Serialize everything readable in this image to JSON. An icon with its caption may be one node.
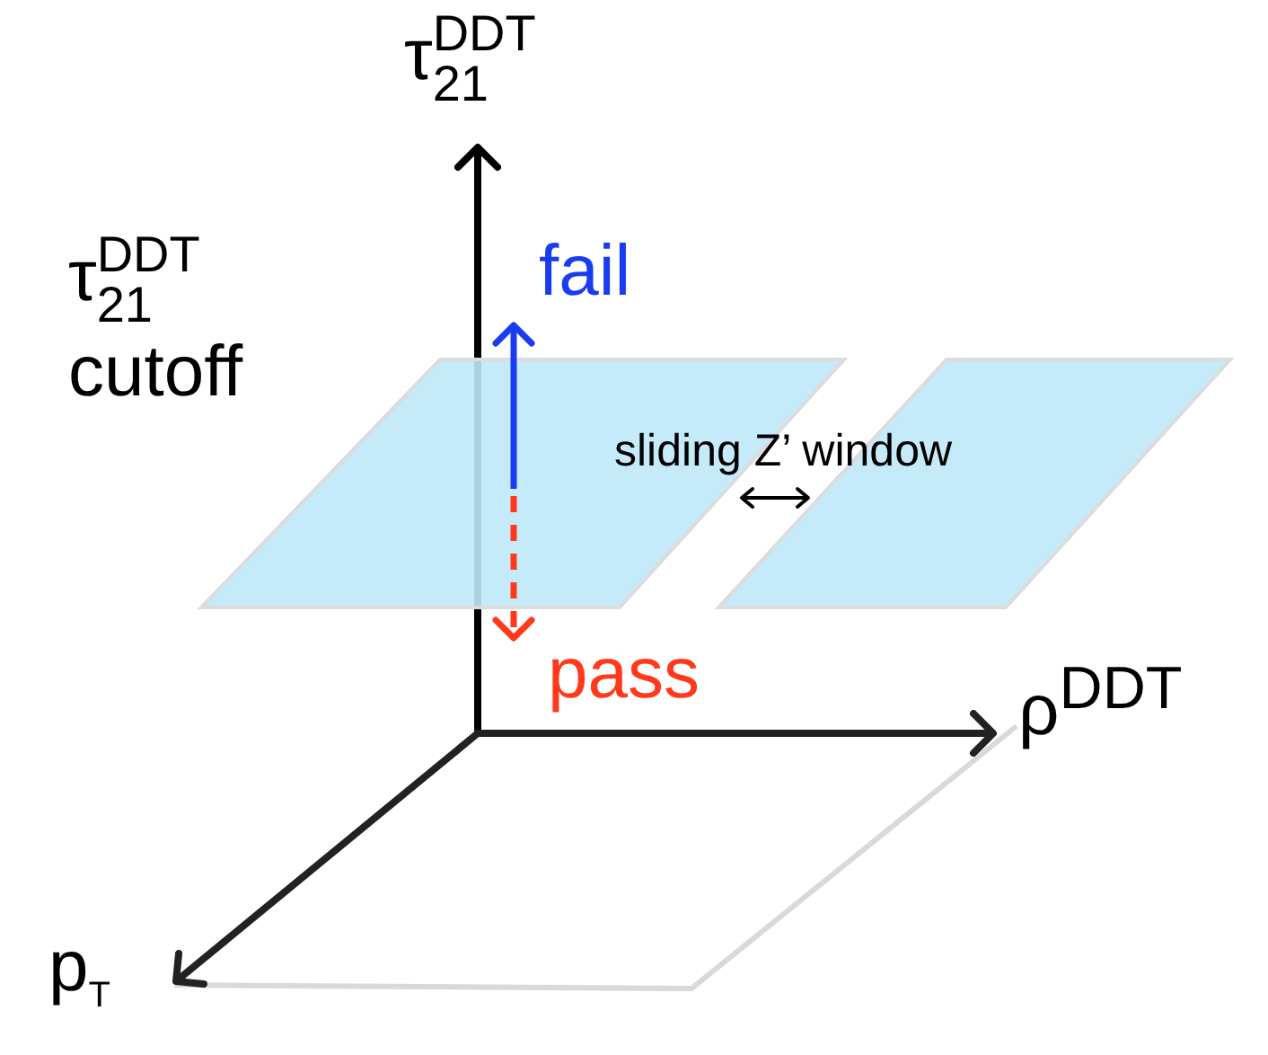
{
  "diagram": {
    "nodes": [
      {
        "text": [
          "fail"
        ]
      },
      {
        "text": [
          "pass"
        ]
      }
    ],
    "edges": [
      {
        "from": null,
        "to": 0,
        "arrow": "to",
        "color": "#1a3cf0"
      },
      {
        "from": null,
        "to": 1,
        "arrow": "to",
        "style": "dashed",
        "color": "#ff3a1c"
      }
    ],
    "labels": [
      "τ$_{21}$$^{DDT}$",
      "τ$_{21}$$^{DDT}$ cutoff",
      "sliding Z’ window",
      "ρ$^{DDT}$",
      "p$_{T}$"
    ]
  }
}
